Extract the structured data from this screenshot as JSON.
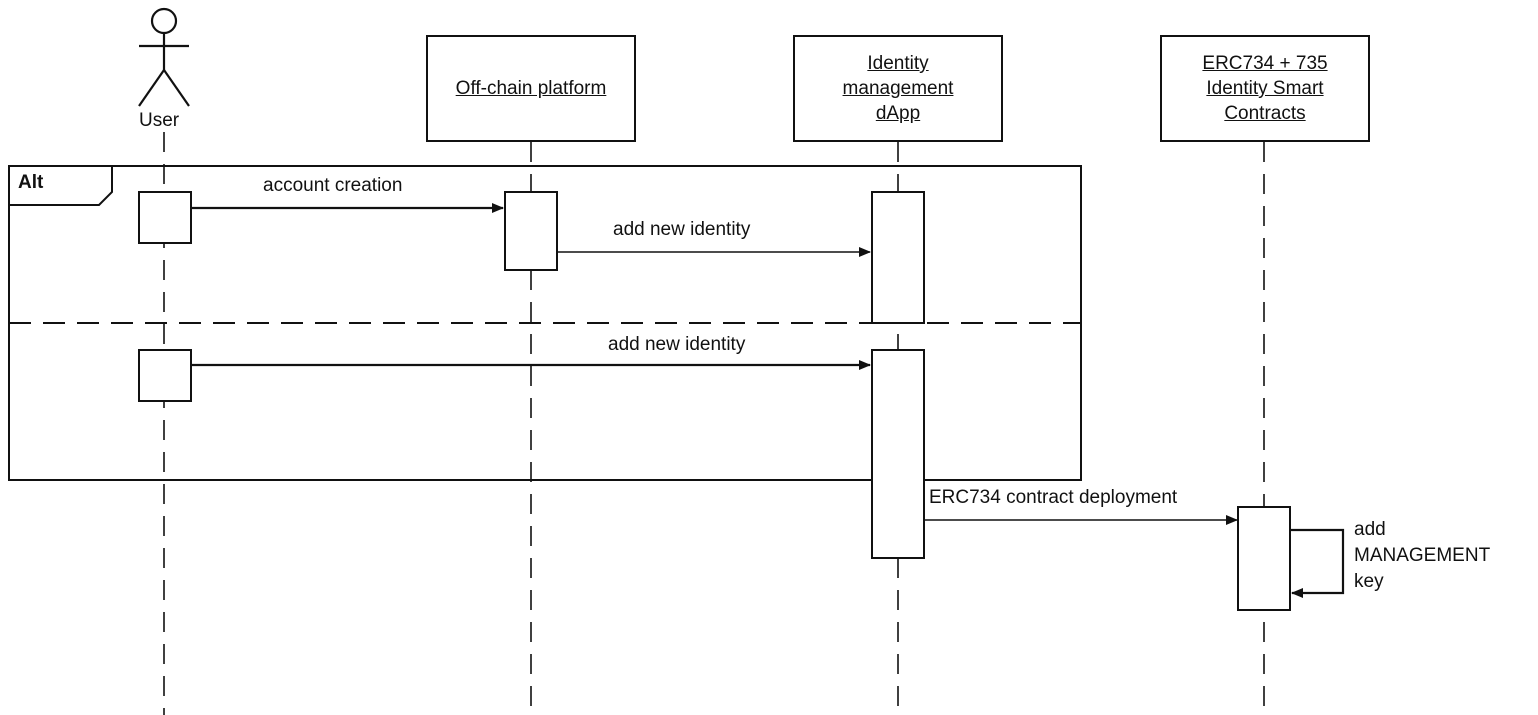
{
  "actor": {
    "name": "User",
    "icon": "stick-figure-icon"
  },
  "participants": [
    {
      "id": "offchain",
      "label": "Off-chain platform"
    },
    {
      "id": "dapp",
      "label": "Identity\nmanagement\ndApp"
    },
    {
      "id": "contracts",
      "label": "ERC734 + 735\nIdentity Smart\nContracts"
    }
  ],
  "fragment": {
    "operator": "Alt"
  },
  "messages": [
    {
      "id": "m1",
      "from": "User",
      "to": "Off-chain platform",
      "label": "account creation"
    },
    {
      "id": "m2",
      "from": "Off-chain platform",
      "to": "Identity management dApp",
      "label": "add new identity"
    },
    {
      "id": "m3",
      "from": "User",
      "to": "Identity management dApp",
      "label": "add new identity"
    },
    {
      "id": "m4",
      "from": "Identity management dApp",
      "to": "ERC734 + 735 Identity Smart Contracts",
      "label": "ERC734 contract deployment"
    },
    {
      "id": "m5",
      "from": "ERC734 + 735 Identity Smart Contracts",
      "to": "ERC734 + 735 Identity Smart Contracts",
      "label": "add\nMANAGEMENT\nkey"
    }
  ]
}
